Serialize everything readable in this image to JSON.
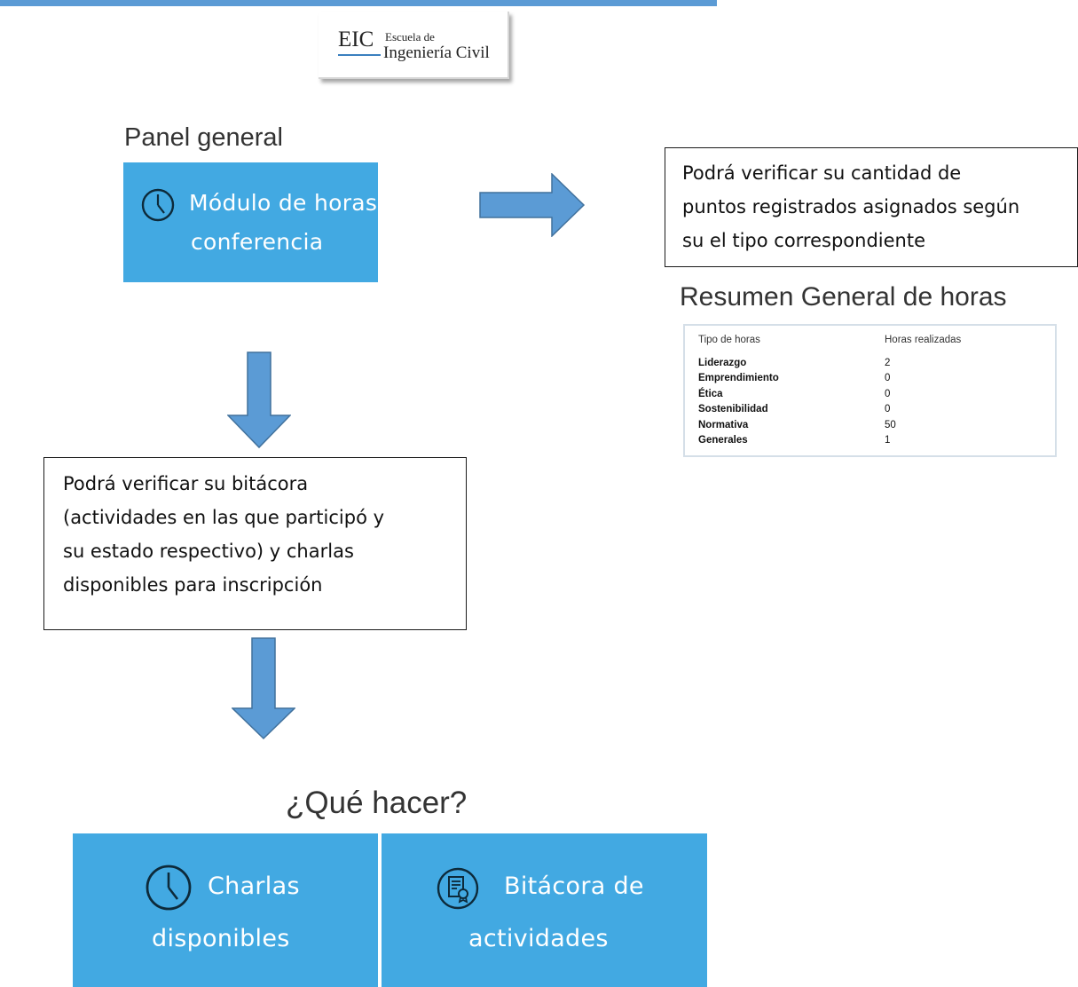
{
  "logo": {
    "abbr": "EIC",
    "line1": "Escuela de",
    "line2": "Ingeniería Civil"
  },
  "panel": {
    "title": "Panel general",
    "tile_line1": "Módulo de horas",
    "tile_line2": "conferencia",
    "tile_icon": "clock-icon"
  },
  "callout_top": {
    "lines": [
      "Podrá verificar su cantidad de",
      "puntos registrados asignados según",
      "su el tipo correspondiente"
    ]
  },
  "resumen": {
    "title": "Resumen General de horas",
    "headers": [
      "Tipo de horas",
      "Horas realizadas"
    ],
    "rows": [
      {
        "tipo": "Liderazgo",
        "horas": "2"
      },
      {
        "tipo": "Emprendimiento",
        "horas": "0"
      },
      {
        "tipo": "Ética",
        "horas": "0"
      },
      {
        "tipo": "Sostenibilidad",
        "horas": "0"
      },
      {
        "tipo": "Normativa",
        "horas": "50"
      },
      {
        "tipo": "Generales",
        "horas": "1"
      }
    ]
  },
  "callout_mid": {
    "lines": [
      "Podrá verificar su bitácora",
      "(actividades en las que participó y",
      "su estado respectivo) y charlas",
      "disponibles para inscripción"
    ]
  },
  "que_hacer": {
    "title": "¿Qué hacer?",
    "tiles": [
      {
        "line1": "Charlas",
        "line2": "disponibles",
        "icon": "clock-icon"
      },
      {
        "line1": "Bitácora de",
        "line2": "actividades",
        "icon": "certificate-icon"
      }
    ]
  },
  "colors": {
    "tile": "#42a9e2",
    "arrow": "#5b9bd5",
    "arrow_border": "#41719c",
    "top_rule": "#5b9bd5"
  }
}
